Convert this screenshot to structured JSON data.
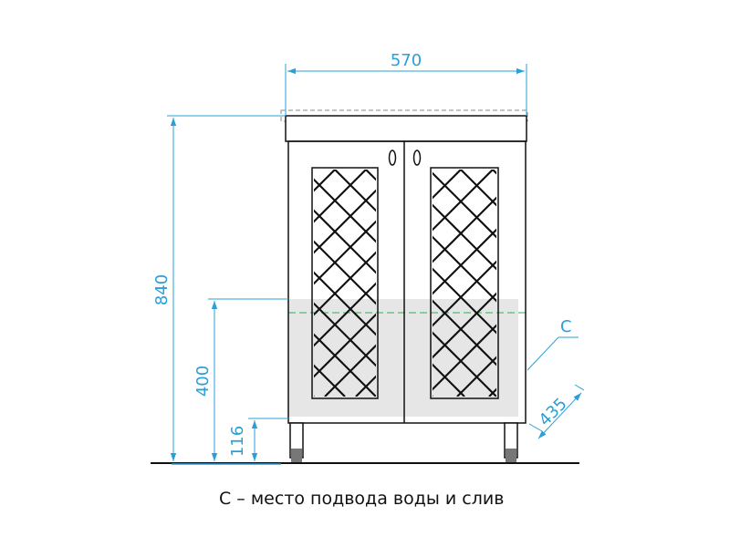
{
  "dimensions": {
    "width": "570",
    "height": "840",
    "service_zone_height": "400",
    "leg_height": "116",
    "depth": "435"
  },
  "legend": {
    "marker": "C",
    "caption": "С – место подвода воды и слив"
  },
  "colors": {
    "dimension": "#2a9fd8",
    "outline": "#111111",
    "service_zone": "#e6e6e6",
    "water_line": "#2fb34a"
  }
}
